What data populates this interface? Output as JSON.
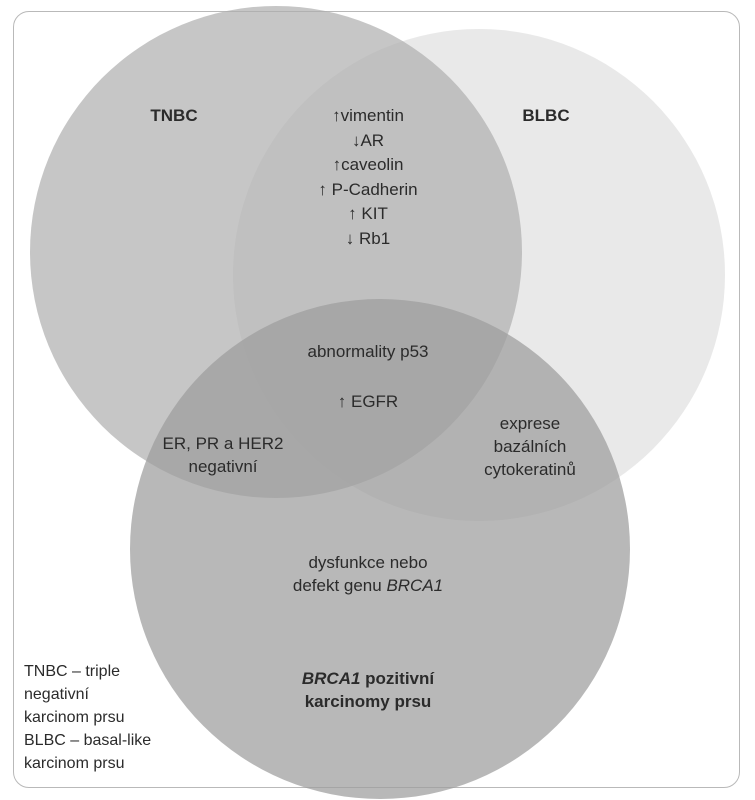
{
  "colors": {
    "tnbc_circle": "#aeaeae",
    "blbc_circle": "#e5e5e5",
    "brca1_circle": "#9c9c9c",
    "frame": "#b9b9b9",
    "text": "#2b2b2b"
  },
  "sets": {
    "tnbc": "TNBC",
    "blbc": "BLBC",
    "brca1": {
      "gene": "BRCA1",
      "rest_line1": " pozitivní",
      "line2": "karcinomy prsu"
    }
  },
  "regions": {
    "tnbc_blbc": [
      "↑vimentin",
      "↓AR",
      "↑caveolin",
      "↑ P-Cadherin",
      "↑ KIT",
      "↓ Rb1"
    ],
    "center_p53": "abnormality p53",
    "center_egfr": "↑ EGFR",
    "tnbc_brca1": [
      "ER, PR a HER2",
      "negativní"
    ],
    "blbc_brca1": [
      "exprese",
      "bazálních",
      "cytokeratinů"
    ],
    "brca1_only": {
      "line1": "dysfunkce nebo",
      "line2_prefix": "defekt genu ",
      "line2_gene": "BRCA1"
    }
  },
  "legend": [
    "TNBC – triple",
    "negativní",
    "karcinom prsu",
    "BLBC – basal-like",
    "karcinom prsu"
  ]
}
